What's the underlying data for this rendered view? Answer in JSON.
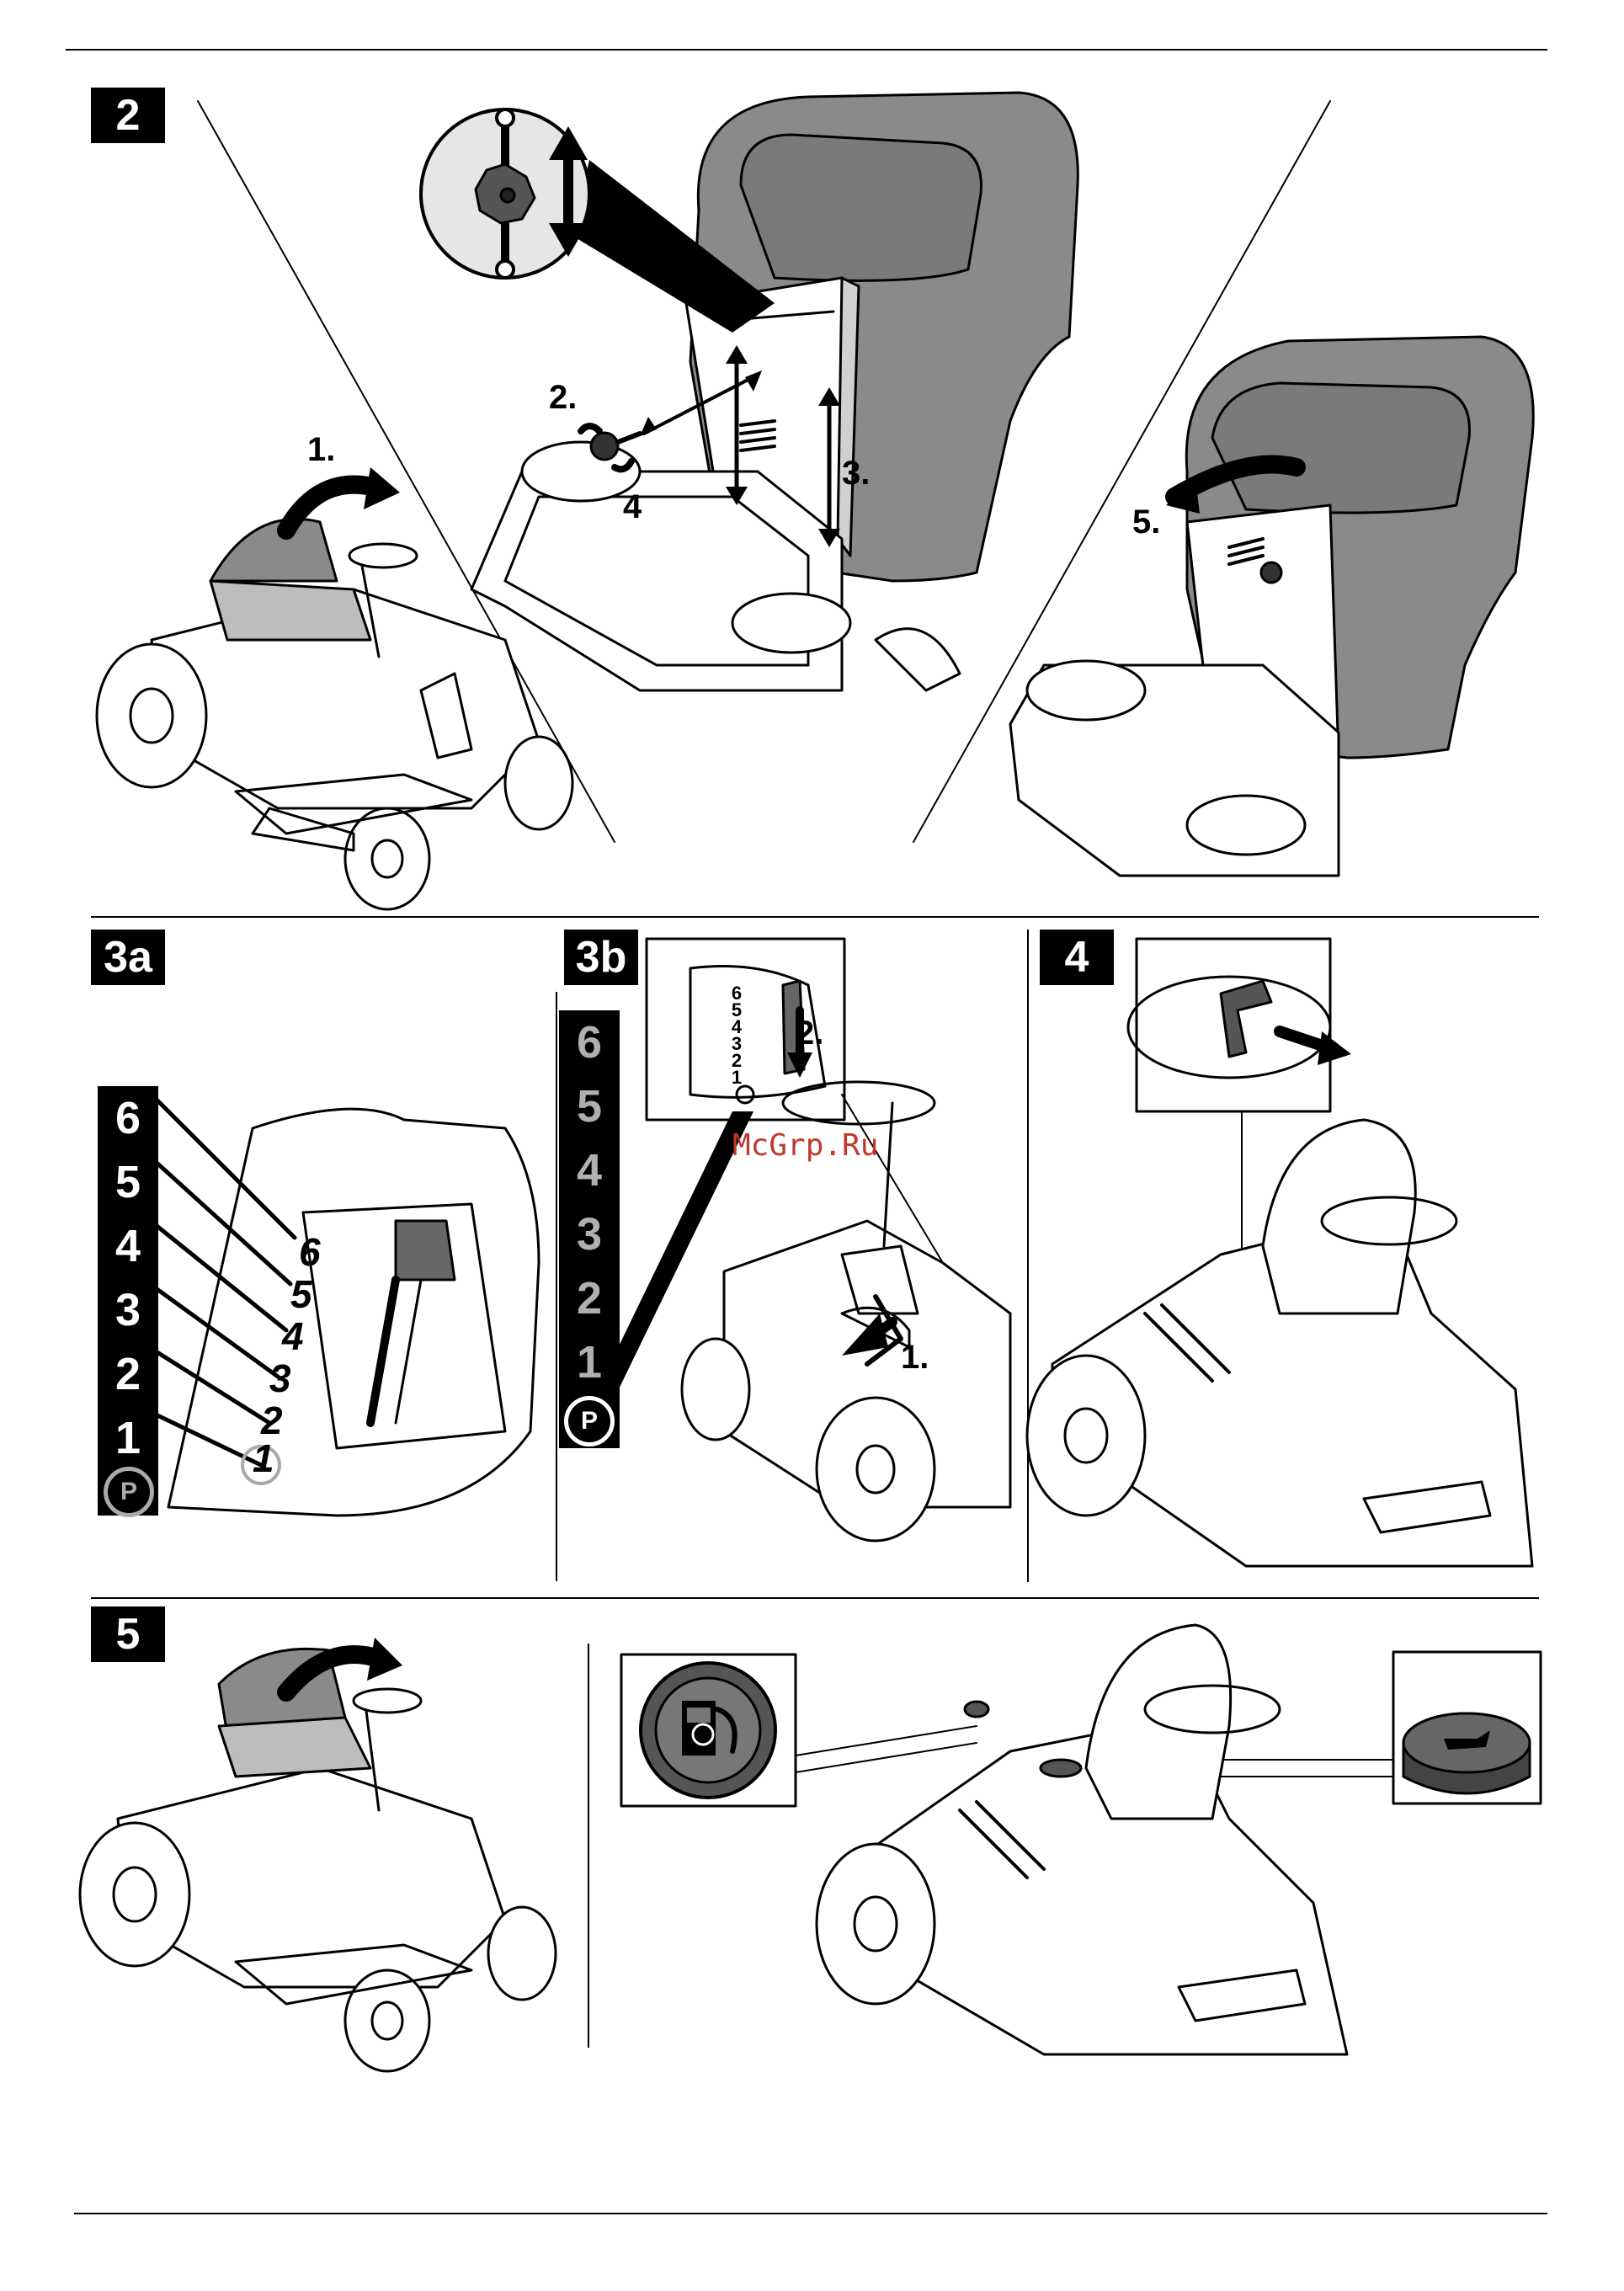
{
  "sections": {
    "s2": {
      "badge": "2",
      "steps": {
        "step1": "1.",
        "step2": "2.",
        "step3": "3.",
        "step4": "4",
        "step5": "5."
      }
    },
    "s3a": {
      "badge": "3a",
      "scale_numbers": [
        "6",
        "5",
        "4",
        "3",
        "2",
        "1"
      ],
      "gate_numbers": [
        "6",
        "5",
        "4",
        "3",
        "2",
        "1"
      ],
      "park_symbol": "P"
    },
    "s3b": {
      "badge": "3b",
      "scale_numbers": [
        "6",
        "5",
        "4",
        "3",
        "2",
        "1"
      ],
      "park_symbol": "P",
      "steps": {
        "step1": "1.",
        "step2": "2."
      },
      "inset_numbers": [
        "6",
        "5",
        "4",
        "3",
        "2",
        "1"
      ]
    },
    "s4": {
      "badge": "4"
    },
    "s5": {
      "badge": "5"
    }
  },
  "watermark": "McGrp.Ru",
  "icons": [
    "fuel-cap-icon",
    "oil-cap-icon",
    "rotate-arrow-icon",
    "up-down-arrow-icon",
    "knob-icon",
    "lawn-tractor-icon",
    "seat-icon"
  ],
  "colors": {
    "ink": "#000000",
    "seat_grey": "#8a8a8a",
    "watermark": "#c0392b",
    "light_grey": "#e6e6e6"
  }
}
